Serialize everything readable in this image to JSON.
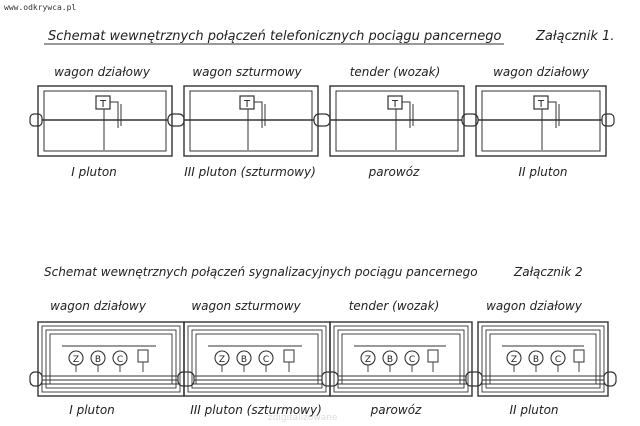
{
  "site_label": "www.odkrywca.pl",
  "watermark": "zdigitalizowane",
  "diagram1": {
    "title": "Schemat wewnętrznych połączeń telefonicznych pociągu pancernego",
    "annex": "Załącznik 1.",
    "wagons": [
      {
        "name": "wagon działowy",
        "unit": "I pluton"
      },
      {
        "name": "wagon szturmowy",
        "unit": "III pluton (szturmowy)"
      },
      {
        "name": "tender (wozak)",
        "unit": "parowóz"
      },
      {
        "name": "wagon działowy",
        "unit": "II pluton"
      }
    ],
    "phone_symbol": "T"
  },
  "diagram2": {
    "title": "Schemat wewnętrznych połączeń sygnalizacyjnych pociągu pancernego",
    "annex": "Załącznik 2",
    "wagons": [
      {
        "name": "wagon działowy",
        "unit": "I pluton"
      },
      {
        "name": "wagon szturmowy",
        "unit": "III pluton (szturmowy)"
      },
      {
        "name": "tender (wozak)",
        "unit": "parowóz"
      },
      {
        "name": "wagon działowy",
        "unit": "II pluton"
      }
    ],
    "signal_symbols": [
      "Z",
      "B",
      "C"
    ]
  }
}
